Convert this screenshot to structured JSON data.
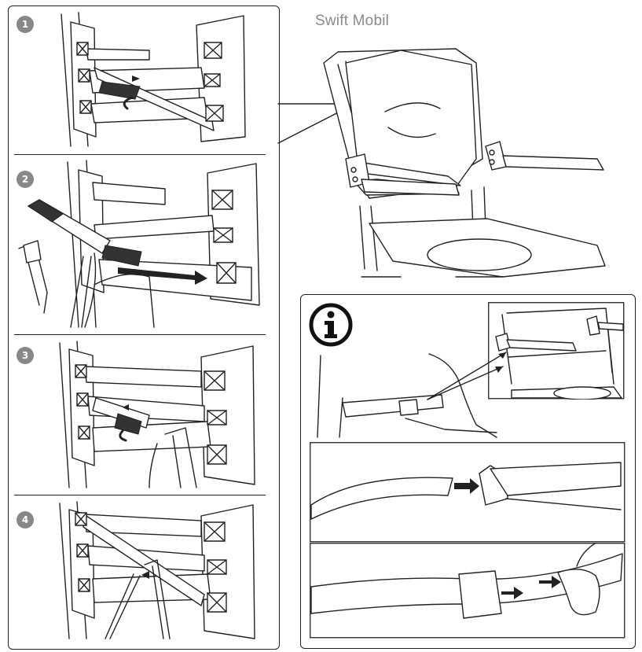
{
  "product_title": "Swift Mobil",
  "steps": [
    {
      "number": "1"
    },
    {
      "number": "2"
    },
    {
      "number": "3"
    },
    {
      "number": "4"
    }
  ],
  "info_icon": "info-icon"
}
